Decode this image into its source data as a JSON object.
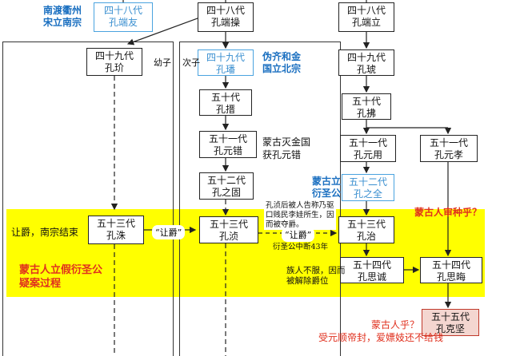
{
  "boxes": {
    "b_48_duanyou": {
      "gen": "四十八代",
      "name": "孔端友"
    },
    "b_48_duancao": {
      "gen": "四十八代",
      "name": "孔端操"
    },
    "b_48_duanli": {
      "gen": "四十八代",
      "name": "孔端立"
    },
    "b_49_jie": {
      "gen": "四十九代",
      "name": "孔玠"
    },
    "b_49_fan": {
      "gen": "四十九代",
      "name": "孔璠"
    },
    "b_49_zhen": {
      "gen": "四十九代",
      "name": "孔琥"
    },
    "b_50_zheng": {
      "gen": "五十代",
      "name": "孔搢"
    },
    "b_50_fu": {
      "gen": "五十代",
      "name": "孔拂"
    },
    "b_51_yuancuo": {
      "gen": "五十一代",
      "name": "孔元错"
    },
    "b_51_yuanyong": {
      "gen": "五十一代",
      "name": "孔元用"
    },
    "b_51_yuanxiao": {
      "gen": "五十一代",
      "name": "孔元孝"
    },
    "b_52_zhigu": {
      "gen": "五十二代",
      "name": "孔之固"
    },
    "b_52_zhiquan": {
      "gen": "五十二代",
      "name": "孔之全"
    },
    "b_53_zhu": {
      "gen": "五十三代",
      "name": "孔洙"
    },
    "b_53_zhen": {
      "gen": "五十三代",
      "name": "孔浈"
    },
    "b_53_zhi": {
      "gen": "五十三代",
      "name": "孔治"
    },
    "b_54_sicheng": {
      "gen": "五十四代",
      "name": "孔思诚"
    },
    "b_54_sihui": {
      "gen": "五十四代",
      "name": "孔思晦"
    },
    "b_55_kejian": {
      "gen": "五十五代",
      "name": "孔克坚"
    }
  },
  "labels": {
    "south_line_1": "南渡衢州",
    "south_line_2": "宋立南宗",
    "north_line_1": "伪齐和金",
    "north_line_2": "国立北宗",
    "youzi": "幼子",
    "cizi": "次子",
    "mongol_capture_1": "蒙古灭金国",
    "mongol_capture_2": "获孔元错",
    "mongol_li_1": "蒙古立",
    "mongol_li_2": "衍圣公",
    "zhen_note_1": "孔浈后被人告称乃驱",
    "zhen_note_2": "口贱民李娃所生，因",
    "zhen_note_3": "而被夺爵。",
    "interrupt_note": "衍圣公中断43年",
    "rangjue_south": "让爵，南宗结束",
    "rangjue_1": "“让爵”",
    "rangjue_2": "“让爵”",
    "fake_1": "蒙古人立假衍圣公",
    "fake_2": "疑案过程",
    "question_top": "蒙古人审种乎？",
    "sicheng_note_1": "族人不服，因而",
    "sicheng_note_2": "被解除爵位",
    "question_bottom": "蒙古人乎？",
    "bottom_note": "受元顺帝封，爱嫖妓还不给钱"
  },
  "colors": {
    "highlight": "#ffff00",
    "blue_label": "#1a6fc0",
    "blue_box": "#4aa3df",
    "red": "#e0301e",
    "red_box_fill": "#f4d6d0"
  }
}
